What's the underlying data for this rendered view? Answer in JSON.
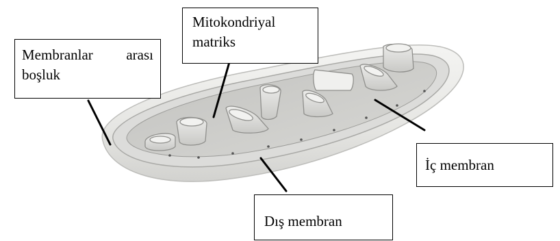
{
  "labels": {
    "matrix": [
      "Mitokondriyal",
      "matriks"
    ],
    "intermembrane": [
      "Membranlar arası",
      "boşluk"
    ],
    "inner_membrane": "İç membran",
    "outer_membrane": "Dış membran"
  },
  "colors": {
    "outer_shell": "#e8e8e6",
    "inner_floor": "#cfcfcc",
    "cristae": "#dededb",
    "line": "#000000"
  }
}
